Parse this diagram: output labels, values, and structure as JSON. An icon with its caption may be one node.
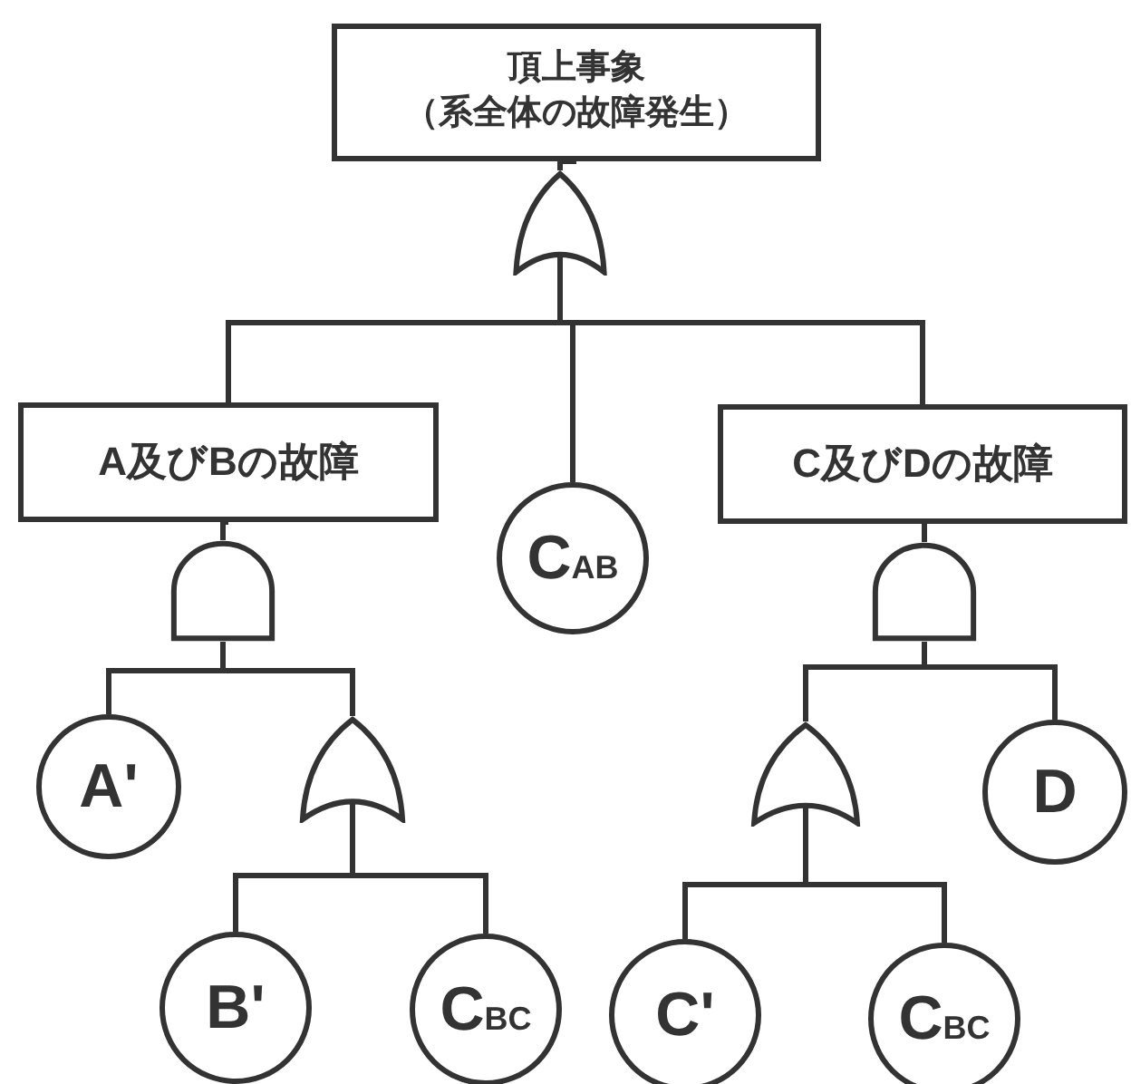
{
  "diagram": {
    "nodes": [
      {
        "text": [
          "頂上事象",
          "（系全体の故障発生）"
        ]
      },
      {
        "text": [],
        "shape": "or-gate"
      },
      {
        "text": [
          "A及びBの故障"
        ]
      },
      {
        "text": [
          "C$_{AB}$"
        ]
      },
      {
        "text": [
          "C及びDの故障"
        ]
      },
      {
        "text": [],
        "shape": "and-gate"
      },
      {
        "text": [
          "A'"
        ]
      },
      {
        "text": [],
        "shape": "or-gate"
      },
      {
        "text": [
          "B'"
        ]
      },
      {
        "text": [
          "C$_{BC}$"
        ]
      },
      {
        "text": [],
        "shape": "and-gate"
      },
      {
        "text": [],
        "shape": "or-gate"
      },
      {
        "text": [
          "D"
        ]
      },
      {
        "text": [
          "C'"
        ]
      },
      {
        "text": [
          "C$_{BC}$"
        ]
      }
    ],
    "edges": [
      {
        "from": 0,
        "to": 1,
        "arrow": "none"
      },
      {
        "from": 1,
        "to": 2,
        "arrow": "none"
      },
      {
        "from": 1,
        "to": 3,
        "arrow": "none"
      },
      {
        "from": 1,
        "to": 4,
        "arrow": "none"
      },
      {
        "from": 2,
        "to": 5,
        "arrow": "none"
      },
      {
        "from": 5,
        "to": 6,
        "arrow": "none"
      },
      {
        "from": 5,
        "to": 7,
        "arrow": "none"
      },
      {
        "from": 7,
        "to": 8,
        "arrow": "none"
      },
      {
        "from": 7,
        "to": 9,
        "arrow": "none"
      },
      {
        "from": 4,
        "to": 10,
        "arrow": "none"
      },
      {
        "from": 10,
        "to": 11,
        "arrow": "none"
      },
      {
        "from": 10,
        "to": 12,
        "arrow": "none"
      },
      {
        "from": 11,
        "to": 13,
        "arrow": "none"
      },
      {
        "from": 11,
        "to": 14,
        "arrow": "none"
      }
    ]
  }
}
